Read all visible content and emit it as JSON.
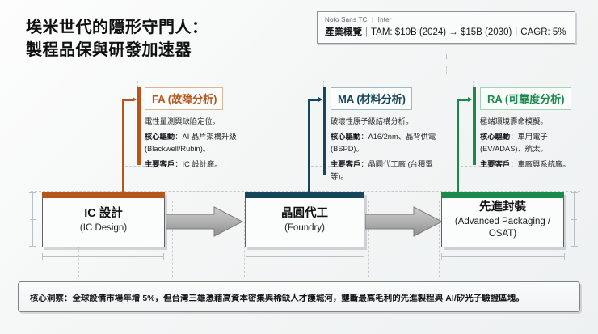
{
  "title": {
    "line1": "埃米世代的隱形守門人：",
    "line2": "製程品保與研發加速器"
  },
  "infobox": {
    "font_primary": "Noto Sans TC",
    "font_separator": "|",
    "font_secondary": "Inter",
    "label": "產業概覽",
    "sep1": "|",
    "tam": "TAM: $10B (2024) → $15B (2030)",
    "sep2": "|",
    "cagr": "CAGR: 5%"
  },
  "callouts": [
    {
      "id": "fa",
      "heading": "FA (故障分析)",
      "desc": "電性量測與缺陷定位。",
      "driver_label": "核心驅動",
      "driver_text": "：AI 晶片架構升級 (Blackwell/Rubin)。",
      "customer_label": "主要客戶",
      "customer_text": "：IC 設計廠。",
      "color": "#b6551c"
    },
    {
      "id": "ma",
      "heading": "MA (材料分析)",
      "desc": "破壞性原子級結構分析。",
      "driver_label": "核心驅動",
      "driver_text": "：A16/2nm、晶背供電 (BSPD)。",
      "customer_label": "主要客戶",
      "customer_text": "：晶圓代工廠 (台積電等)。",
      "color": "#14475c"
    },
    {
      "id": "ra",
      "heading": "RA (可靠度分析)",
      "desc": "極端環境壽命模擬。",
      "driver_label": "核心驅動",
      "driver_text": "：車用電子 (EV/ADAS)、航太。",
      "customer_label": "主要客戶",
      "customer_text": "：車廠與系統廠。",
      "color": "#1a8a4b"
    }
  ],
  "process": [
    {
      "id": "ic-design",
      "zh": "IC 設計",
      "en": "(IC Design)",
      "color": "#b6551c"
    },
    {
      "id": "foundry",
      "zh": "晶圓代工",
      "en": "(Foundry)",
      "color": "#14475c"
    },
    {
      "id": "advanced-packaging",
      "zh": "先進封裝",
      "en": "(Advanced Packaging / OSAT)",
      "en_line1": "(Advanced Packaging /",
      "en_line2": "OSAT)",
      "color": "#1a8a4b"
    }
  ],
  "insight": {
    "text": "核心洞察：全球設備市場年增 5%，但台灣三雄憑藉高資本密集與稀缺人才護城河，壟斷最高毛利的先進製程與 AI/矽光子驗證區塊。"
  },
  "colors": {
    "accent_orange": "#b6551c",
    "accent_teal": "#14475c",
    "accent_green": "#1a8a4b",
    "arrow_gray": "#a8a8a8",
    "guide_gray": "#c9ced2"
  }
}
